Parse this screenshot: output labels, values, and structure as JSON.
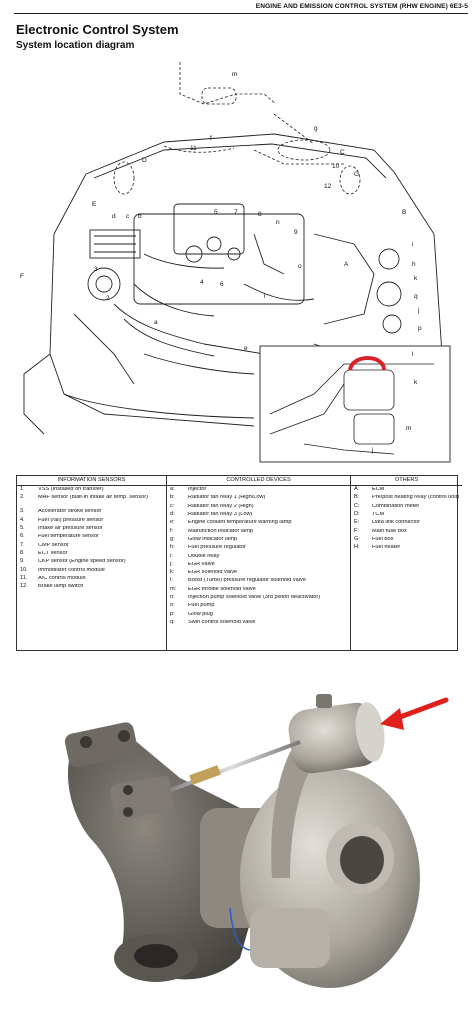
{
  "header": {
    "running_head": "ENGINE AND EMISSION CONTROL SYSTEM (RHW ENGINE) 6E3-5",
    "title": "Electronic Control System",
    "subtitle": "System location diagram"
  },
  "diagram": {
    "callouts": [
      "D",
      "E",
      "F",
      "A",
      "B",
      "C",
      "G",
      "1",
      "2",
      "3",
      "4",
      "5",
      "6",
      "7",
      "8",
      "9",
      "10",
      "11",
      "12",
      "a",
      "b",
      "c",
      "d",
      "e",
      "f",
      "g",
      "h",
      "i",
      "j",
      "k",
      "l",
      "m",
      "n",
      "o",
      "p",
      "q"
    ],
    "inset_callouts": [
      "l",
      "k",
      "m",
      "j"
    ]
  },
  "legend": {
    "headers": {
      "sensors": "INFORMATION SENSORS",
      "devices": "CONTROLLED DEVICES",
      "others": "OTHERS"
    },
    "sensors": [
      {
        "key": "1.",
        "text": "VSS (Installed on transfer)"
      },
      {
        "key": "2.",
        "text": "MAF sensor (built-in intake air temp. sensor)"
      },
      {
        "key": "3.",
        "text": "Accelerator stroke sensor"
      },
      {
        "key": "4.",
        "text": "Fuel (rail) pressure sensor"
      },
      {
        "key": "5.",
        "text": "Intake air pressure sensor"
      },
      {
        "key": "6.",
        "text": "Fuel temperature sensor"
      },
      {
        "key": "7.",
        "text": "CMP sensor"
      },
      {
        "key": "8.",
        "text": "ECT sensor"
      },
      {
        "key": "9.",
        "text": "CKP sensor (Engine speed sensor)"
      },
      {
        "key": "10.",
        "text": "Immobilizer control module"
      },
      {
        "key": "11.",
        "text": "A/C control module"
      },
      {
        "key": "12.",
        "text": "Brake lamp switch"
      }
    ],
    "devices": [
      {
        "key": "a:",
        "text": "Injector"
      },
      {
        "key": "b:",
        "text": "Radiator fan relay 1 (High/Low)"
      },
      {
        "key": "c:",
        "text": "Radiator fan relay 2 (High)"
      },
      {
        "key": "d:",
        "text": "Radiator fan relay 3 (Low)"
      },
      {
        "key": "e:",
        "text": "Engine coolant temperature warning lamp"
      },
      {
        "key": "f:",
        "text": "Malfunction indicator lamp"
      },
      {
        "key": "g:",
        "text": "Glow indicator lamp"
      },
      {
        "key": "h:",
        "text": "Fuel pressure regulator"
      },
      {
        "key": "i:",
        "text": "Double relay"
      },
      {
        "key": "j:",
        "text": "EGR valve"
      },
      {
        "key": "k:",
        "text": "EGR solenoid valve"
      },
      {
        "key": "l:",
        "text": "Boost (Turbo) pressure regulator solenoid valve"
      },
      {
        "key": "m:",
        "text": "EGR throttle solenoid valve"
      },
      {
        "key": "n:",
        "text": "Injection pump solenoid valve (3rd piston deactivator)"
      },
      {
        "key": "o:",
        "text": "Fuel pump"
      },
      {
        "key": "p:",
        "text": "Glow plug"
      },
      {
        "key": "q:",
        "text": "Swirl control solenoid valve"
      }
    ],
    "others": [
      {
        "key": "A:",
        "text": "ECM"
      },
      {
        "key": "B:",
        "text": "Pre/post heating relay (control unit)"
      },
      {
        "key": "C:",
        "text": "Combination meter"
      },
      {
        "key": "D:",
        "text": "TCM"
      },
      {
        "key": "E:",
        "text": "Data link connector"
      },
      {
        "key": "F:",
        "text": "Main fuse box"
      },
      {
        "key": "G:",
        "text": "Fuel box"
      },
      {
        "key": "H:",
        "text": "Fuel heater"
      }
    ]
  },
  "colors": {
    "arrow": "#e0201c",
    "inset_highlight": "#d8232a",
    "metal_light": "#c9c6bf",
    "metal_dark": "#6b6861"
  }
}
